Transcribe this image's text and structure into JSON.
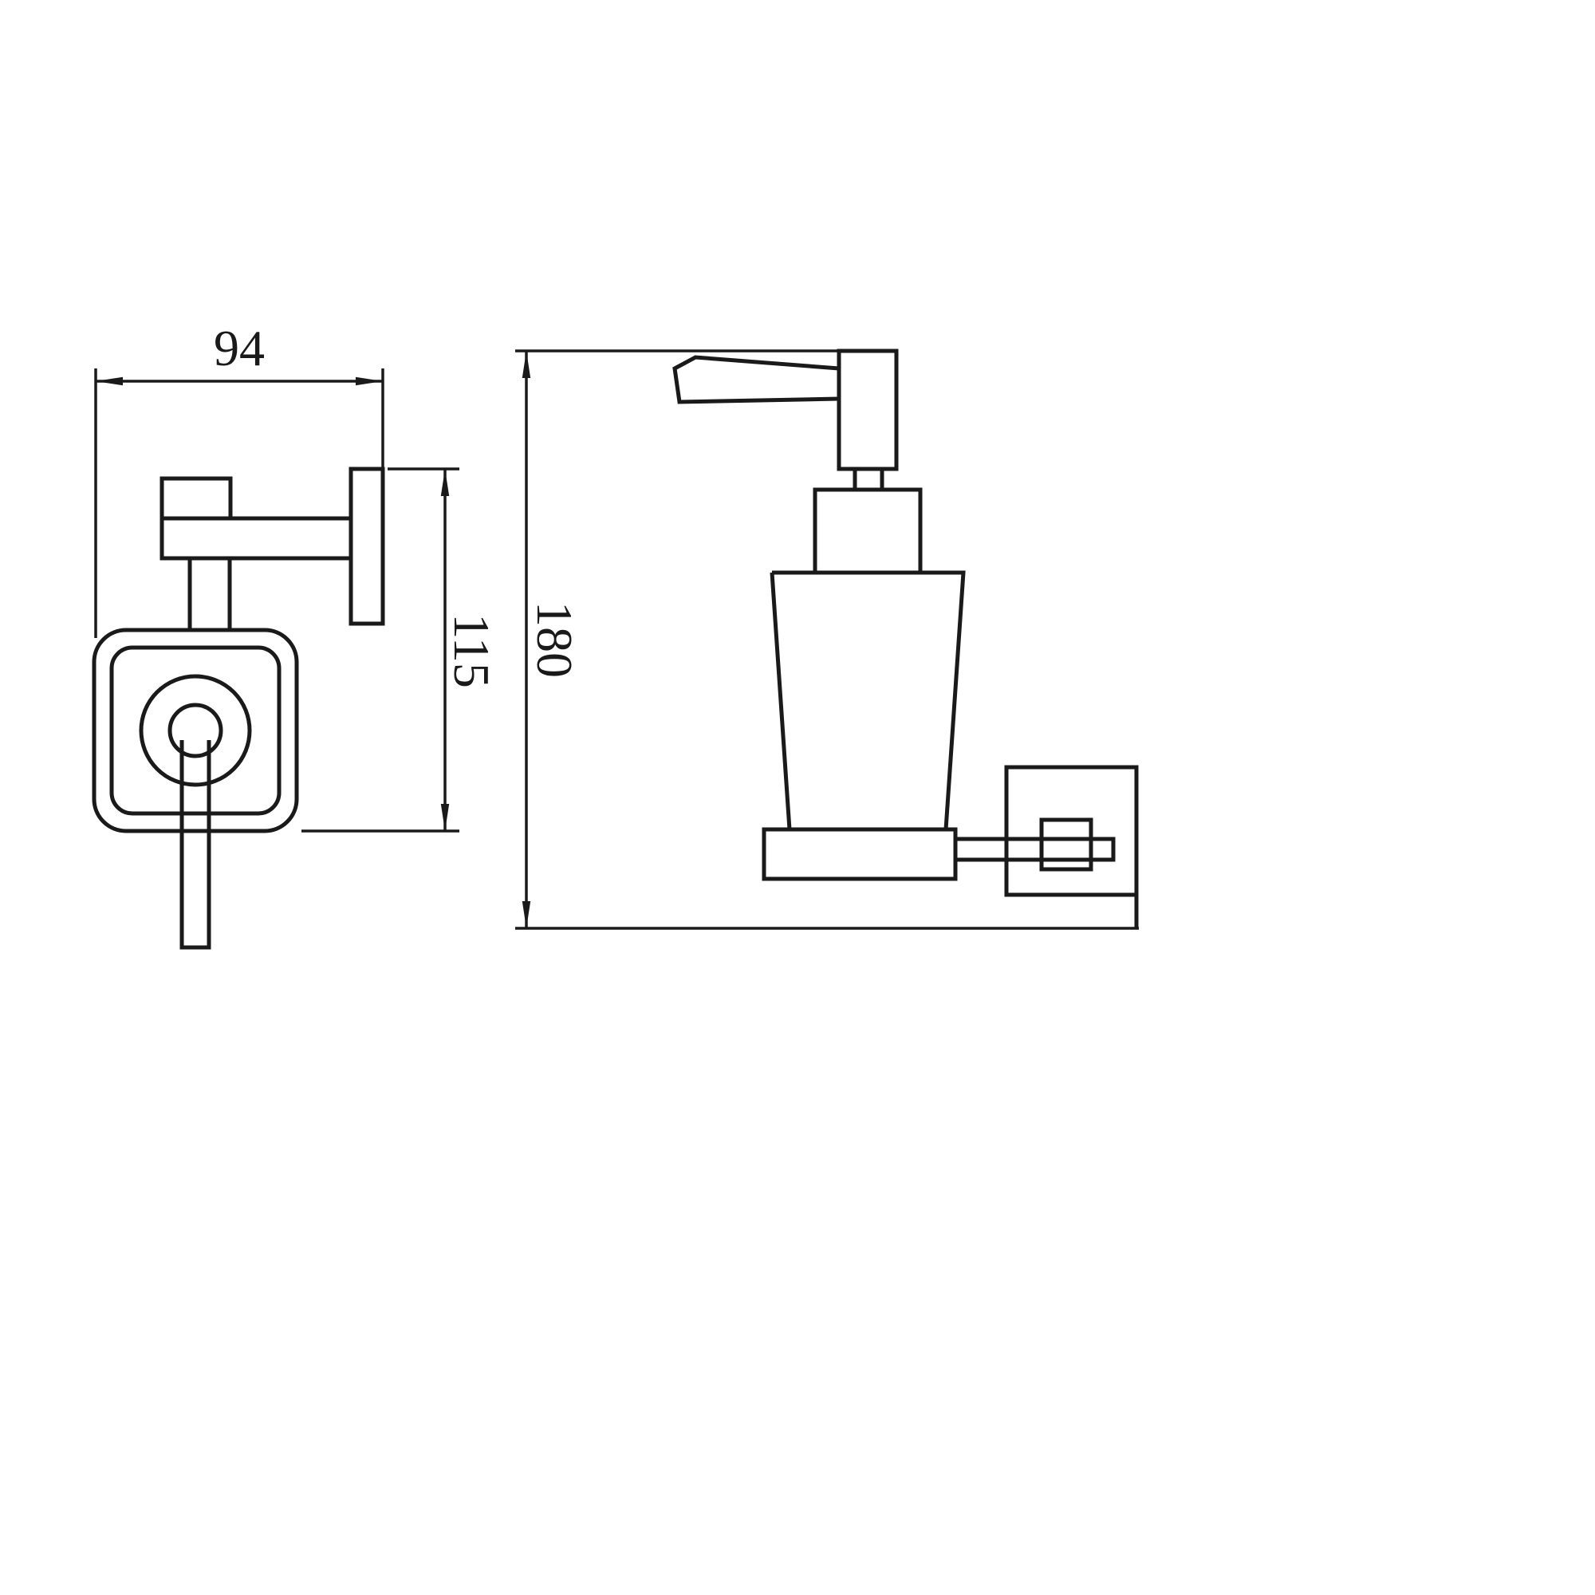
{
  "page": {
    "background_color": "#ffffff",
    "line_color": "#1a1a1a"
  },
  "front_view": {
    "width_dimension": "94",
    "height_dimension": "115"
  },
  "side_view": {
    "height_dimension": "180"
  }
}
